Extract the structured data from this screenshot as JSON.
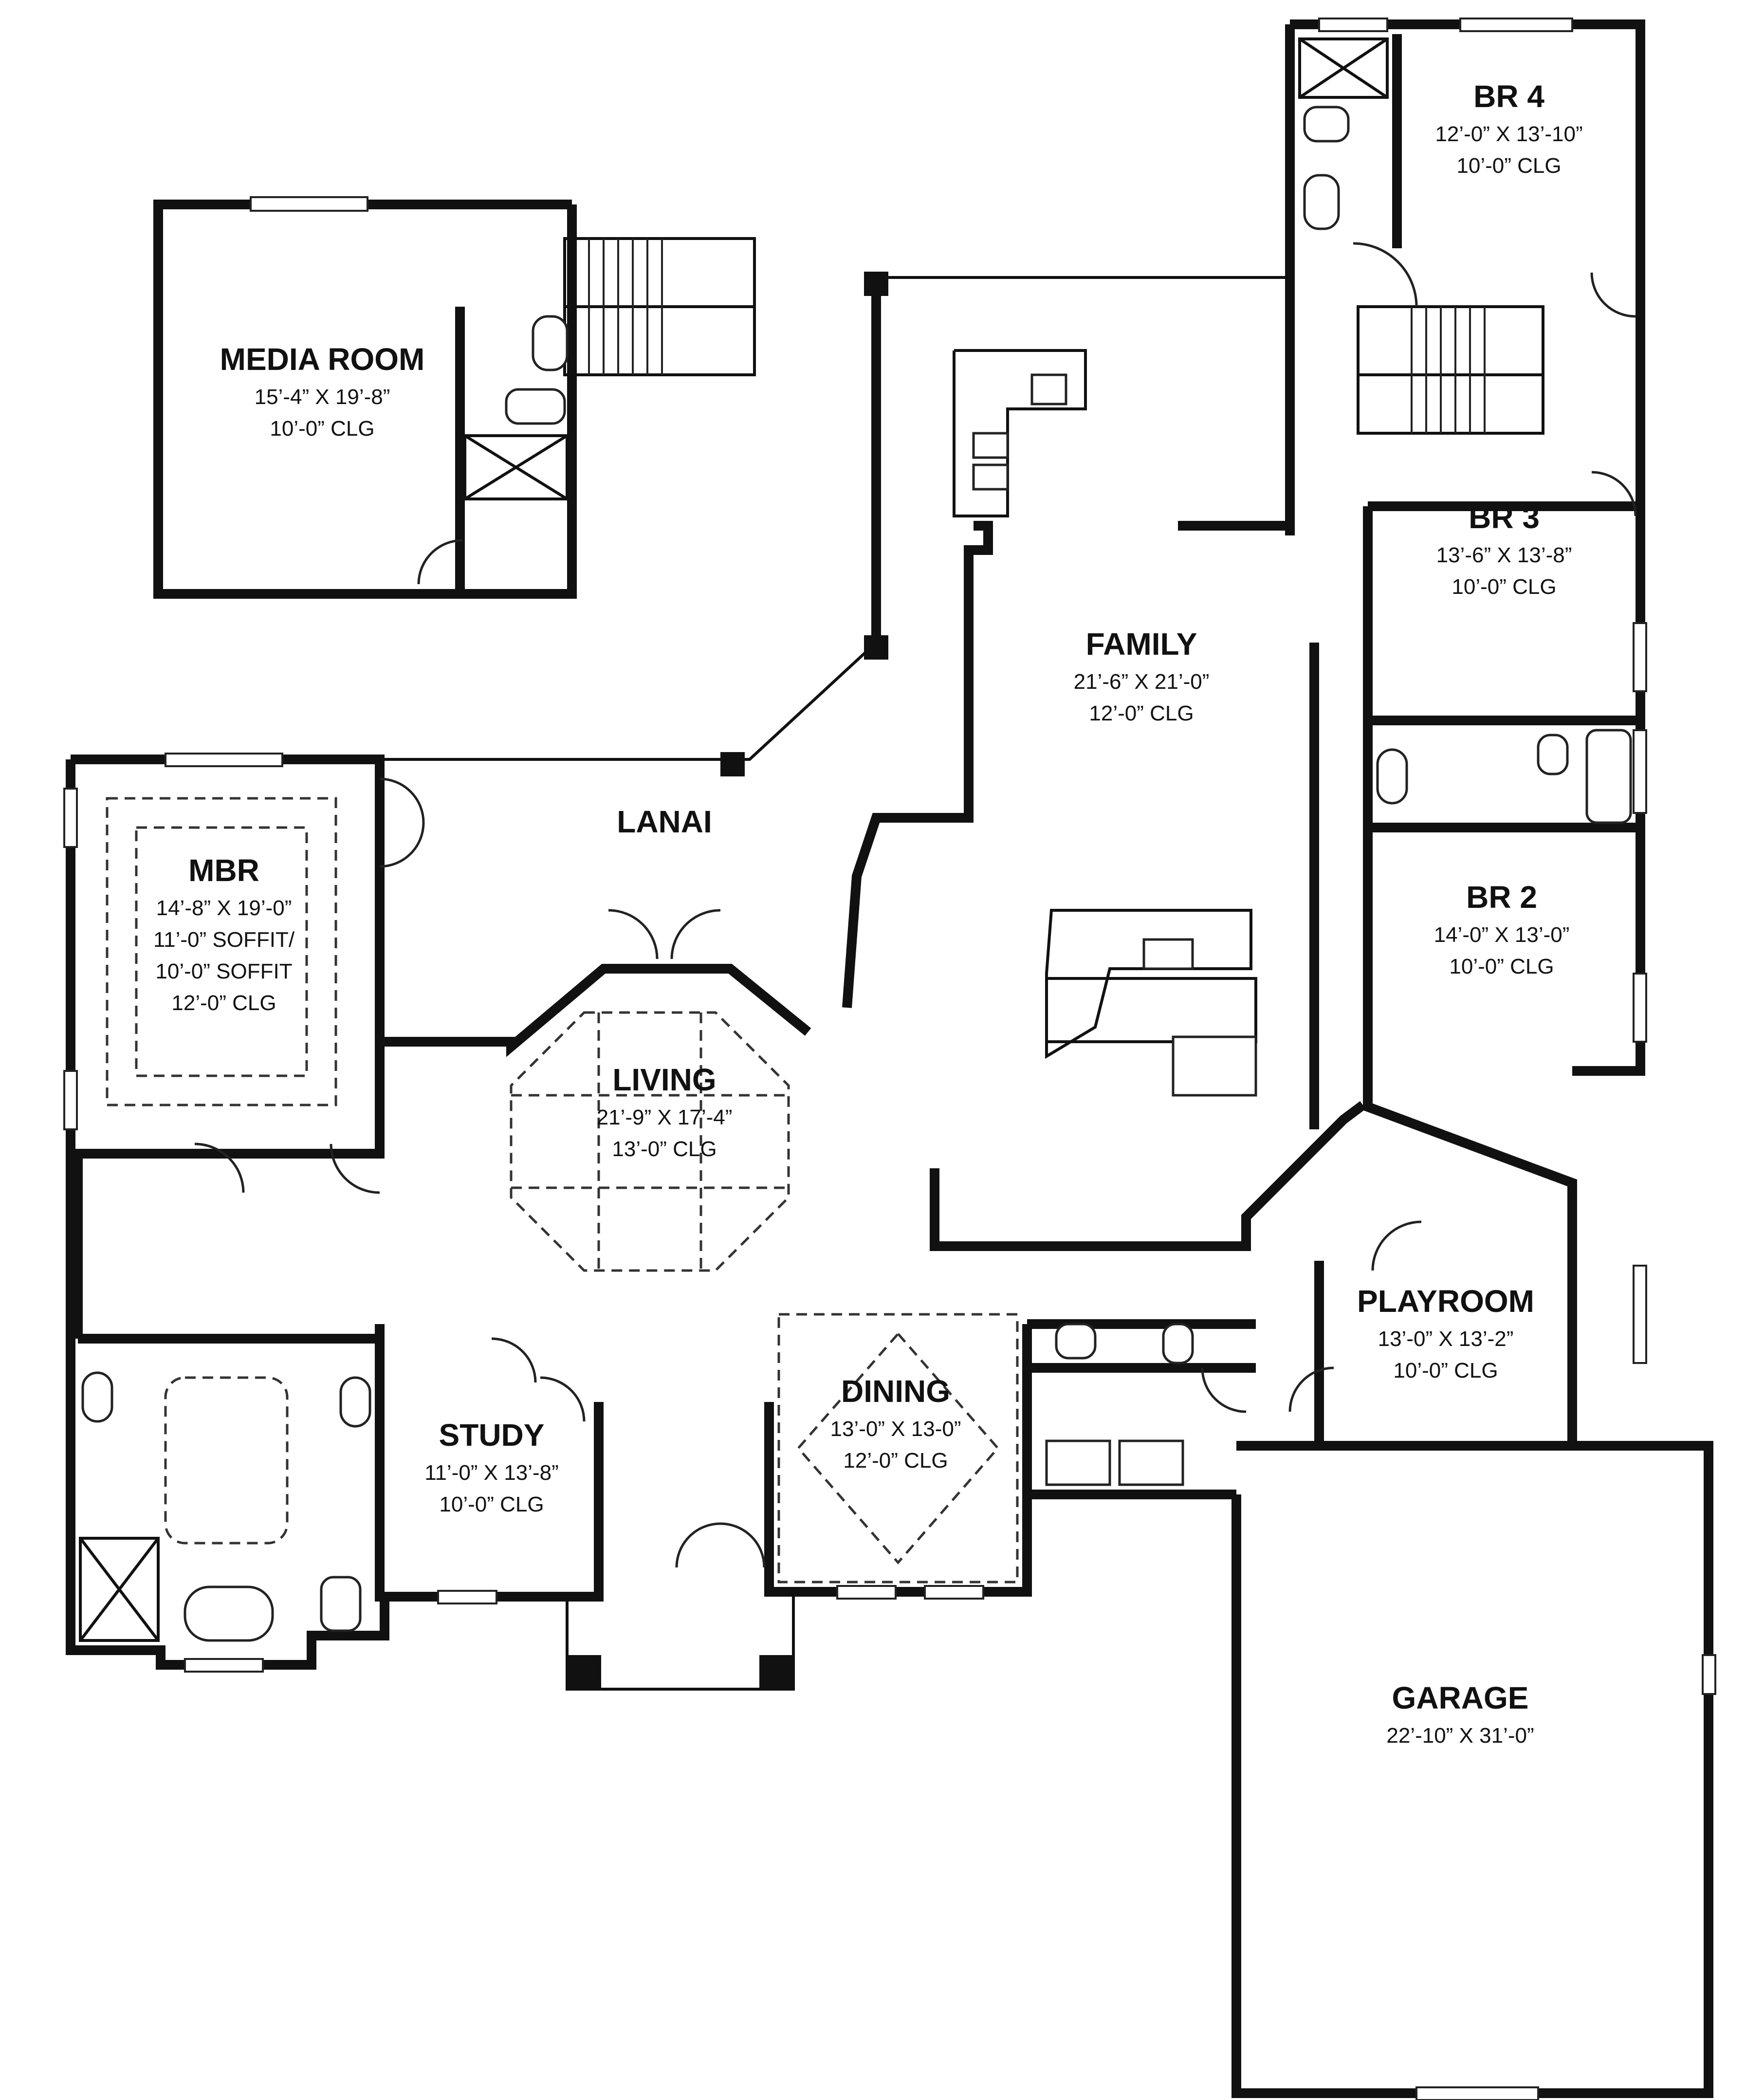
{
  "rooms": {
    "media_room": {
      "name": "MEDIA ROOM",
      "dims": "15’-4” X 19’-8”",
      "clg": "10’-0” CLG"
    },
    "br4": {
      "name": "BR 4",
      "dims": "12’-0” X 13’-10”",
      "clg": "10’-0” CLG"
    },
    "br3": {
      "name": "BR 3",
      "dims": "13’-6” X 13’-8”",
      "clg": "10’-0” CLG"
    },
    "br2": {
      "name": "BR 2",
      "dims": "14’-0” X 13’-0”",
      "clg": "10’-0” CLG"
    },
    "family": {
      "name": "FAMILY",
      "dims": "21’-6” X 21’-0”",
      "clg": "12’-0” CLG"
    },
    "lanai": {
      "name": "LANAI"
    },
    "mbr": {
      "name": "MBR",
      "dims": "14’-8” X 19’-0”",
      "soffit1": "11’-0” SOFFIT/",
      "soffit2": "10’-0” SOFFIT",
      "clg": "12’-0” CLG"
    },
    "living": {
      "name": "LIVING",
      "dims": "21’-9” X 17’-4”",
      "clg": "13’-0” CLG"
    },
    "study": {
      "name": "STUDY",
      "dims": "11’-0” X 13’-8”",
      "clg": "10’-0” CLG"
    },
    "dining": {
      "name": "DINING",
      "dims": "13’-0” X 13-0”",
      "clg": "12’-0” CLG"
    },
    "playroom": {
      "name": "PLAYROOM",
      "dims": "13’-0” X 13’-2”",
      "clg": "10’-0” CLG"
    },
    "garage": {
      "name": "GARAGE",
      "dims": "22’-10” X 31’-0”"
    }
  }
}
